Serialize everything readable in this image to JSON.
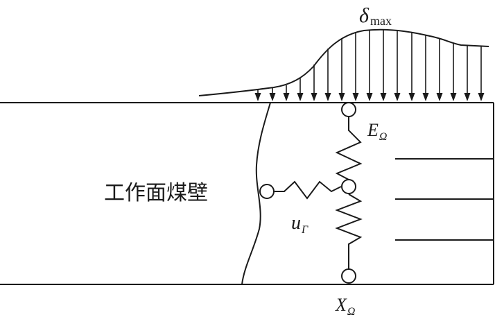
{
  "labels": {
    "delta_symbol": "δ",
    "delta_subscript": "max",
    "e_main": "E",
    "e_sub": "Ω",
    "x_main": "X",
    "x_sub": "Ω",
    "u_main": "u",
    "u_sub": "Γ",
    "coal_wall": "工作面煤壁"
  }
}
